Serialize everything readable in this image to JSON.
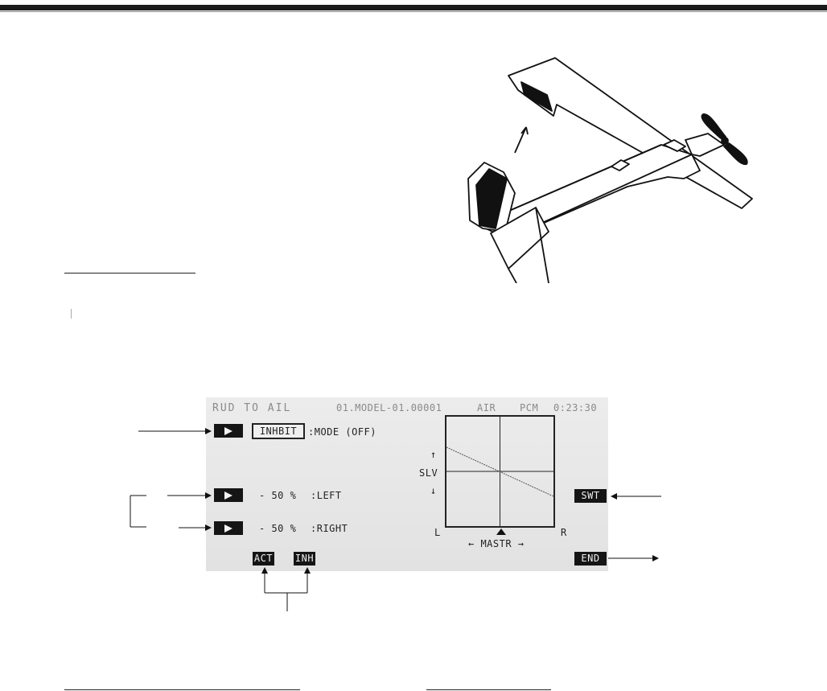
{
  "screen": {
    "header": {
      "title": "RUD TO AIL",
      "model": "01.MODEL-01.00001",
      "mode": "AIR",
      "modulation": "PCM",
      "timer": "0:23:30"
    },
    "mode_row": {
      "value": "INHBIT",
      "label": ":MODE (OFF)"
    },
    "rates": [
      {
        "value": "- 50 %",
        "label": ":LEFT"
      },
      {
        "value": "- 50 %",
        "label": ":RIGHT"
      }
    ],
    "graph": {
      "y_axis_label": "SLV",
      "y_up_arrow": "↑",
      "y_down_arrow": "↓",
      "x_left_label": "L",
      "x_right_label": "R",
      "x_axis_label": "← MASTR →"
    },
    "buttons": {
      "act": "ACT",
      "inh": "INH",
      "swt": "SWT",
      "end": "END"
    }
  },
  "colors": {
    "screen_bg": "#e6e6e6",
    "inverse_bg": "#151515",
    "ink": "#222222",
    "header_text": "#8a8a8a"
  }
}
